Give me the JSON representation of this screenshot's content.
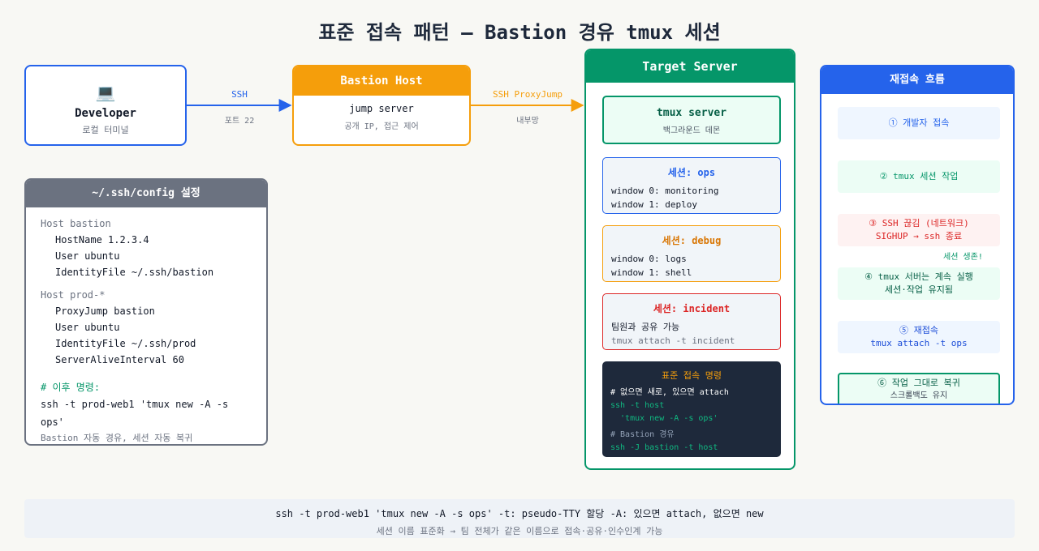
{
  "title": "표준 접속 패턴 — Bastion 경유 tmux 세션",
  "developer": {
    "icon": "laptop-icon",
    "icon_glyph": "💻",
    "name": "Developer",
    "sub": "로컬 터미널"
  },
  "link_ssh": {
    "label": "SSH",
    "sub": "포트 22"
  },
  "bastion": {
    "title": "Bastion Host",
    "line1": "jump server",
    "line2": "공개 IP, 접근 제어"
  },
  "link_proxy": {
    "label": "SSH ProxyJump",
    "sub": "내부망"
  },
  "target": {
    "title": "Target Server",
    "tmux_server": {
      "title": "tmux server",
      "sub": "백그라운드 데몬"
    },
    "sessions": [
      {
        "title": "세션: ops",
        "lines": [
          "window 0: monitoring",
          "window 1: deploy"
        ]
      },
      {
        "title": "세션: debug",
        "lines": [
          "window 0: logs",
          "window 1: shell"
        ]
      },
      {
        "title": "세션: incident",
        "lines": [
          "팀원과 공유 가능",
          "tmux attach -t incident"
        ]
      }
    ],
    "cmd": {
      "title": "표준 접속 명령",
      "lines": [
        "# 없으면 새로, 있으면 attach",
        "ssh -t host",
        "  'tmux new -A -s ops'",
        "# Bastion 경유",
        "ssh -J bastion -t host"
      ]
    }
  },
  "config": {
    "title": "~/.ssh/config 설정",
    "host1": "Host bastion",
    "host1_lines": [
      "HostName 1.2.3.4",
      "User ubuntu",
      "IdentityFile ~/.ssh/bastion"
    ],
    "host2": "Host prod-*",
    "host2_lines": [
      "ProxyJump bastion",
      "User ubuntu",
      "IdentityFile ~/.ssh/prod",
      "ServerAliveInterval 60"
    ],
    "comment": "# 이후 명령:",
    "command": "ssh -t prod-web1 'tmux new -A -s ops'",
    "note": "Bastion 자동 경유, 세션 자동 복귀"
  },
  "flow": {
    "title": "재접속 흐름",
    "step1": "① 개발자 접속",
    "step2": "② tmux 세션 작업",
    "step3a": "③ SSH 끊김 (네트워크)",
    "step3b": "SIGHUP → ssh 종료",
    "survive": "세션 생존!",
    "step4a": "④ tmux 서버는 계속 실행",
    "step4b": "세션·작업 유지됨",
    "step5a": "⑤ 재접속",
    "step5b": "tmux attach -t ops",
    "step6a": "⑥ 작업 그대로 복귀",
    "step6b": "스크롤백도 유지"
  },
  "footer": {
    "line1": "ssh -t prod-web1 'tmux new -A -s ops' -t: pseudo-TTY 할당 -A: 있으면 attach, 없으면 new",
    "line2": "세션 이름 표준화 → 팀 전체가 같은 이름으로 접속·공유·인수인계 가능"
  },
  "colors": {
    "blue": "#2563eb",
    "orange": "#f59e0b",
    "green": "#059669",
    "red": "#dc2626",
    "gray": "#6b7280",
    "dark": "#1e293b"
  }
}
